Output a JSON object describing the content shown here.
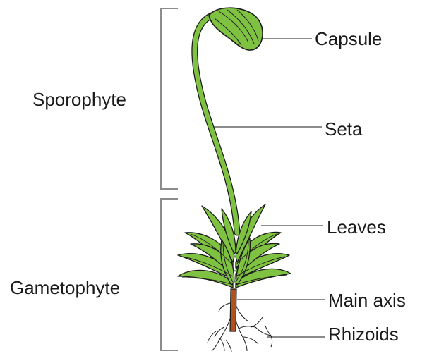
{
  "groups": {
    "sporophyte": "Sporophyte",
    "gametophyte": "Gametophyte"
  },
  "parts": {
    "capsule": "Capsule",
    "seta": "Seta",
    "leaves": "Leaves",
    "main_axis": "Main axis",
    "rhizoids": "Rhizoids"
  },
  "colors": {
    "leaf_fill": "#7fc241",
    "leaf_dark": "#5f9e2c",
    "stroke": "#1a1a1a",
    "stem_axis": "#b0521d",
    "bracket": "#8c8c8c",
    "leader": "#666666"
  }
}
